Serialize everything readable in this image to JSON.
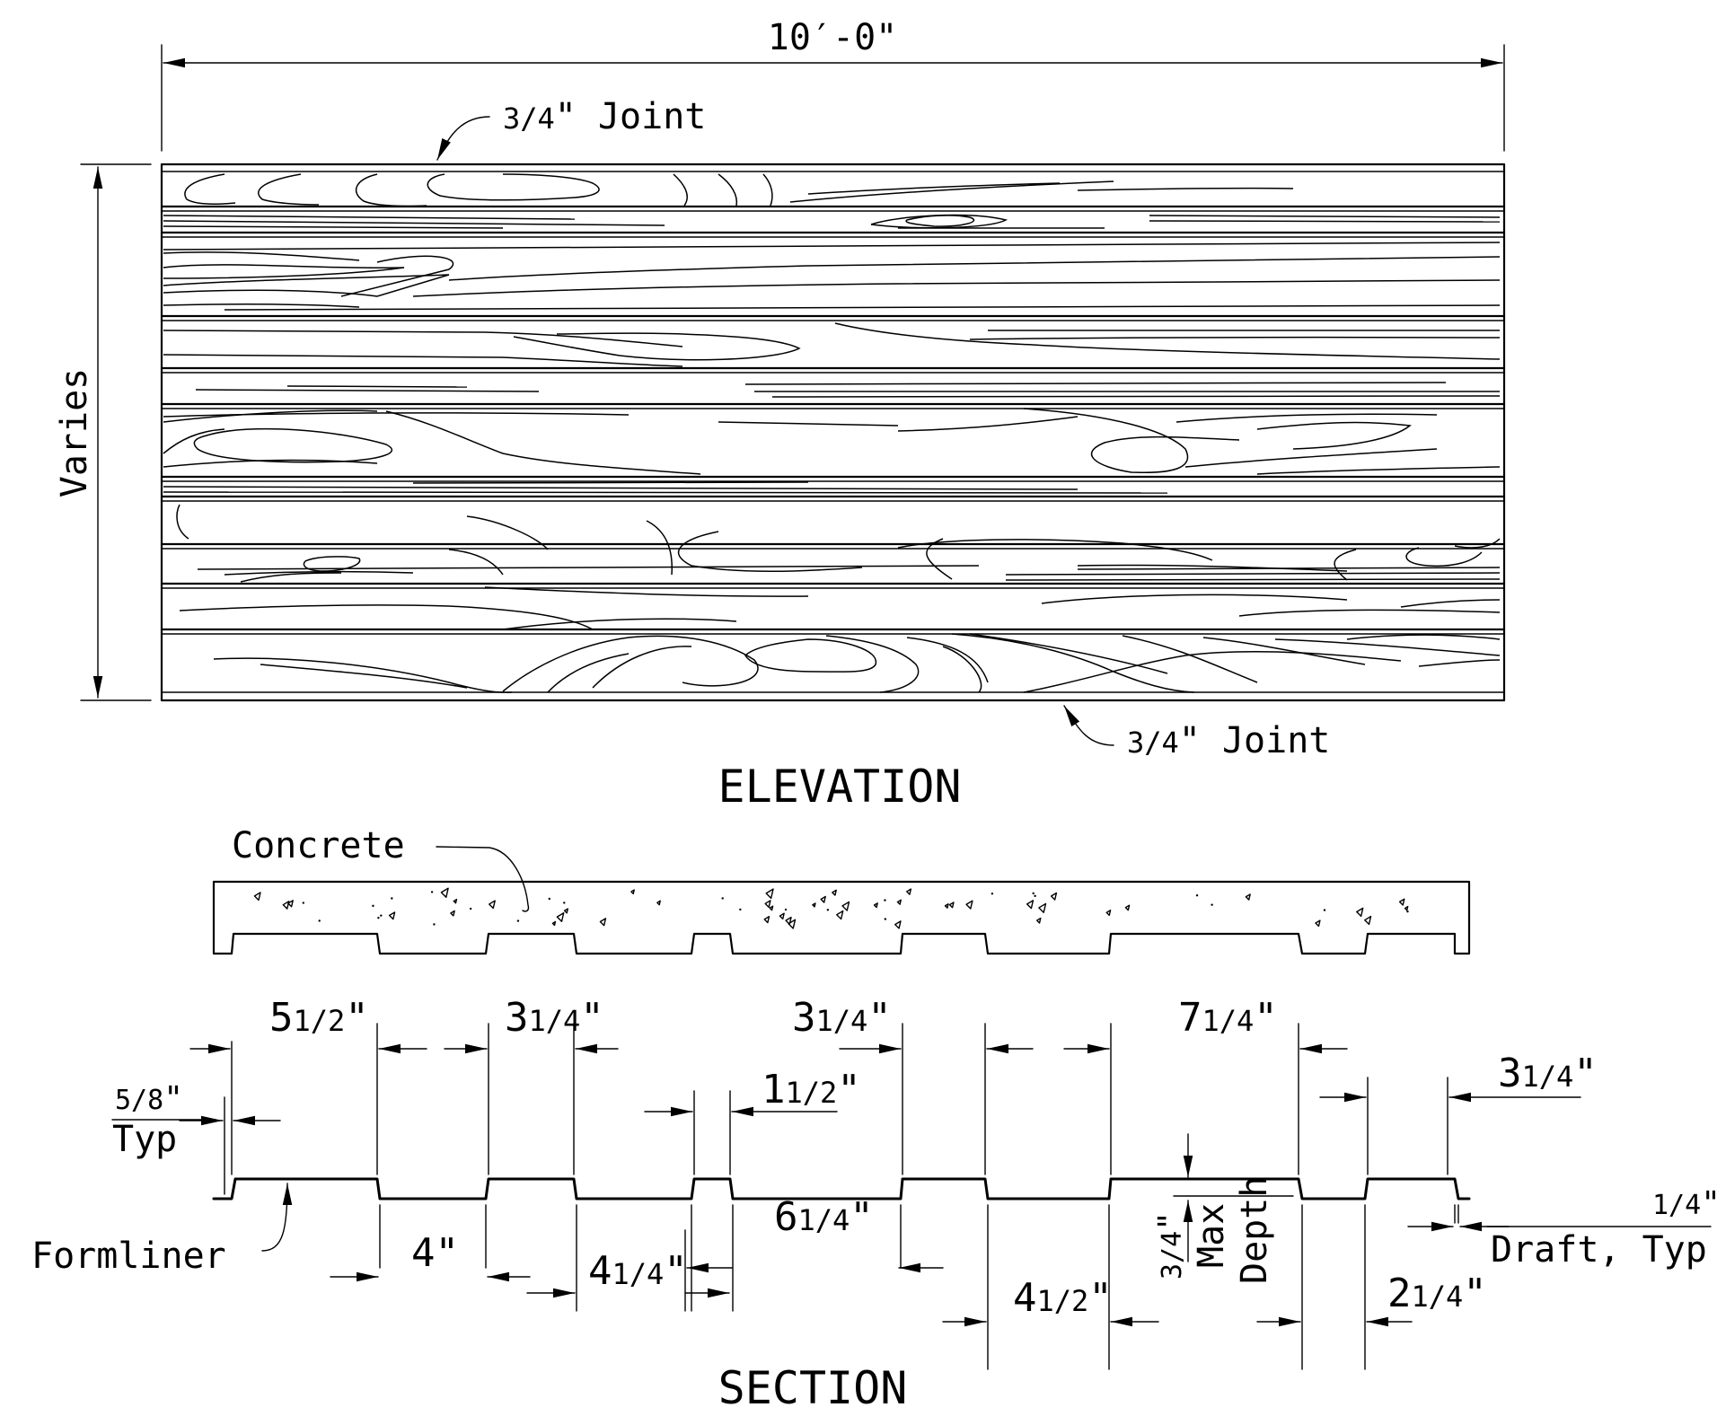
{
  "elevation": {
    "width_dim": "10′-0\"",
    "height_dim": "Varies",
    "joint_top": {
      "frac": "3/4",
      "text": "\" Joint"
    },
    "joint_bottom": {
      "frac": "3/4",
      "text": "\" Joint"
    },
    "title": "ELEVATION"
  },
  "section": {
    "concrete_label": "Concrete",
    "formliner_label": "Formliner",
    "title": "SECTION",
    "typ_dim": {
      "frac": "5/8",
      "suffix": "\"",
      "sub": "Typ"
    },
    "draft_dim": {
      "frac": "1/4",
      "suffix": "\"",
      "sub": "Draft, Typ"
    },
    "depth_dim": {
      "frac": "3/4",
      "suffix": "\"",
      "sub1": "Max",
      "sub2": "Depth"
    },
    "upper_dims": [
      {
        "whole": "5",
        "frac": "1/2",
        "suffix": "\""
      },
      {
        "whole": "3",
        "frac": "1/4",
        "suffix": "\""
      },
      {
        "whole": "1",
        "frac": "1/2",
        "suffix": "\""
      },
      {
        "whole": "3",
        "frac": "1/4",
        "suffix": "\""
      },
      {
        "whole": "7",
        "frac": "1/4",
        "suffix": "\""
      },
      {
        "whole": "3",
        "frac": "1/4",
        "suffix": "\""
      }
    ],
    "lower_dims": [
      {
        "whole": "4",
        "frac": "",
        "suffix": "\""
      },
      {
        "whole": "4",
        "frac": "1/4",
        "suffix": "\""
      },
      {
        "whole": "6",
        "frac": "1/4",
        "suffix": "\""
      },
      {
        "whole": "4",
        "frac": "1/2",
        "suffix": "\""
      },
      {
        "whole": "2",
        "frac": "1/4",
        "suffix": "\""
      }
    ]
  }
}
